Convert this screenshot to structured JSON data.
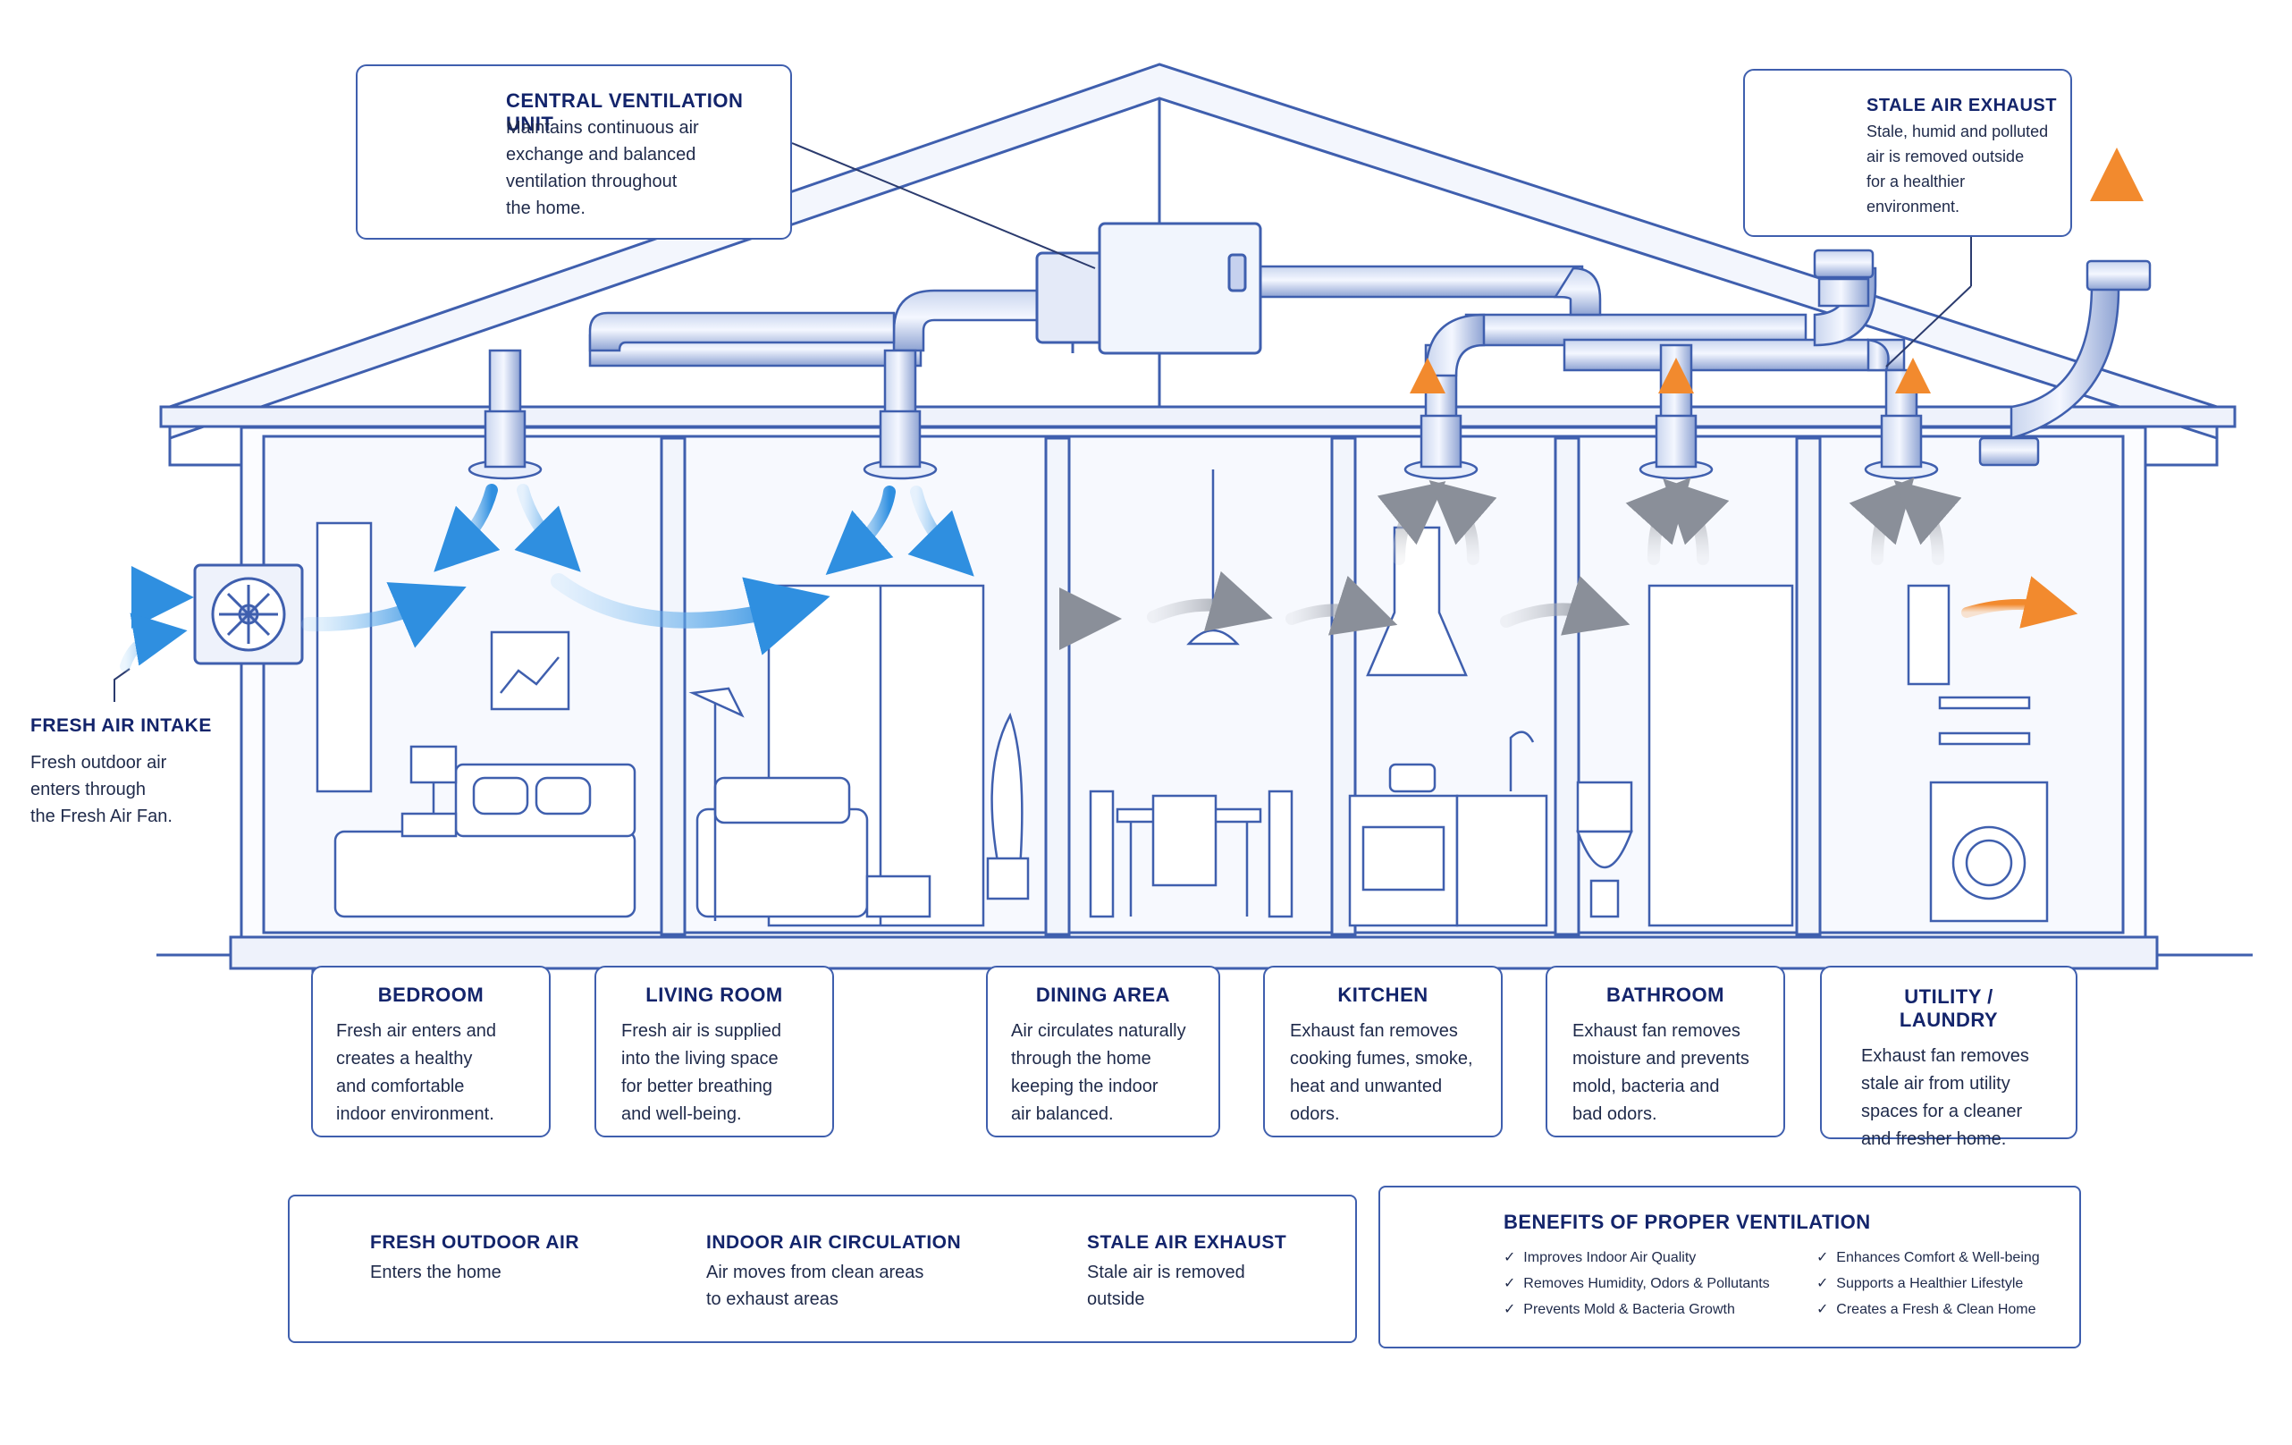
{
  "colors": {
    "line": "#3f5fae",
    "fresh": "#2f8fe0",
    "indoor": "#8a8f99",
    "stale": "#f28a2e",
    "text_dark": "#13246b"
  },
  "callouts": {
    "central_unit": {
      "title": "CENTRAL VENTILATION UNIT",
      "desc": "Maintains continuous air\nexchange and balanced\nventilation throughout\nthe home."
    },
    "stale_exhaust": {
      "title": "STALE AIR EXHAUST",
      "desc": "Stale, humid and polluted\nair is removed outside\nfor a healthier\nenvironment."
    },
    "fresh_intake": {
      "title": "FRESH AIR INTAKE",
      "desc": "Fresh outdoor air\nenters through\nthe Fresh Air Fan."
    }
  },
  "rooms": [
    {
      "title": "BEDROOM",
      "desc": "Fresh air enters and\ncreates a healthy\nand comfortable\nindoor environment."
    },
    {
      "title": "LIVING ROOM",
      "desc": "Fresh air is supplied\ninto the living space\nfor better breathing\nand well-being."
    },
    {
      "title": "DINING AREA",
      "desc": "Air circulates naturally\nthrough the home\nkeeping the indoor\nair balanced."
    },
    {
      "title": "KITCHEN",
      "desc": "Exhaust fan removes\ncooking fumes, smoke,\nheat and unwanted\nodors."
    },
    {
      "title": "BATHROOM",
      "desc": "Exhaust fan removes\nmoisture and prevents\nmold, bacteria and\nbad odors."
    },
    {
      "title": "UTILITY / LAUNDRY",
      "desc": "Exhaust fan removes\nstale air from utility\nspaces for a cleaner\nand fresher home."
    }
  ],
  "legend": [
    {
      "title": "FRESH OUTDOOR AIR",
      "desc": "Enters the home",
      "color": "#2f8fe0"
    },
    {
      "title": "INDOOR AIR CIRCULATION",
      "desc": "Air moves from clean areas\nto exhaust areas",
      "color": "#8a8f99"
    },
    {
      "title": "STALE AIR EXHAUST",
      "desc": "Stale air is removed\noutside",
      "color": "#f28a2e"
    }
  ],
  "benefits": {
    "title": "BENEFITS OF PROPER VENTILATION",
    "items": [
      "Improves Indoor Air Quality",
      "Removes Humidity, Odors & Pollutants",
      "Prevents Mold & Bacteria Growth",
      "Enhances Comfort & Well-being",
      "Supports a Healthier Lifestyle",
      "Creates a Fresh & Clean Home"
    ]
  }
}
